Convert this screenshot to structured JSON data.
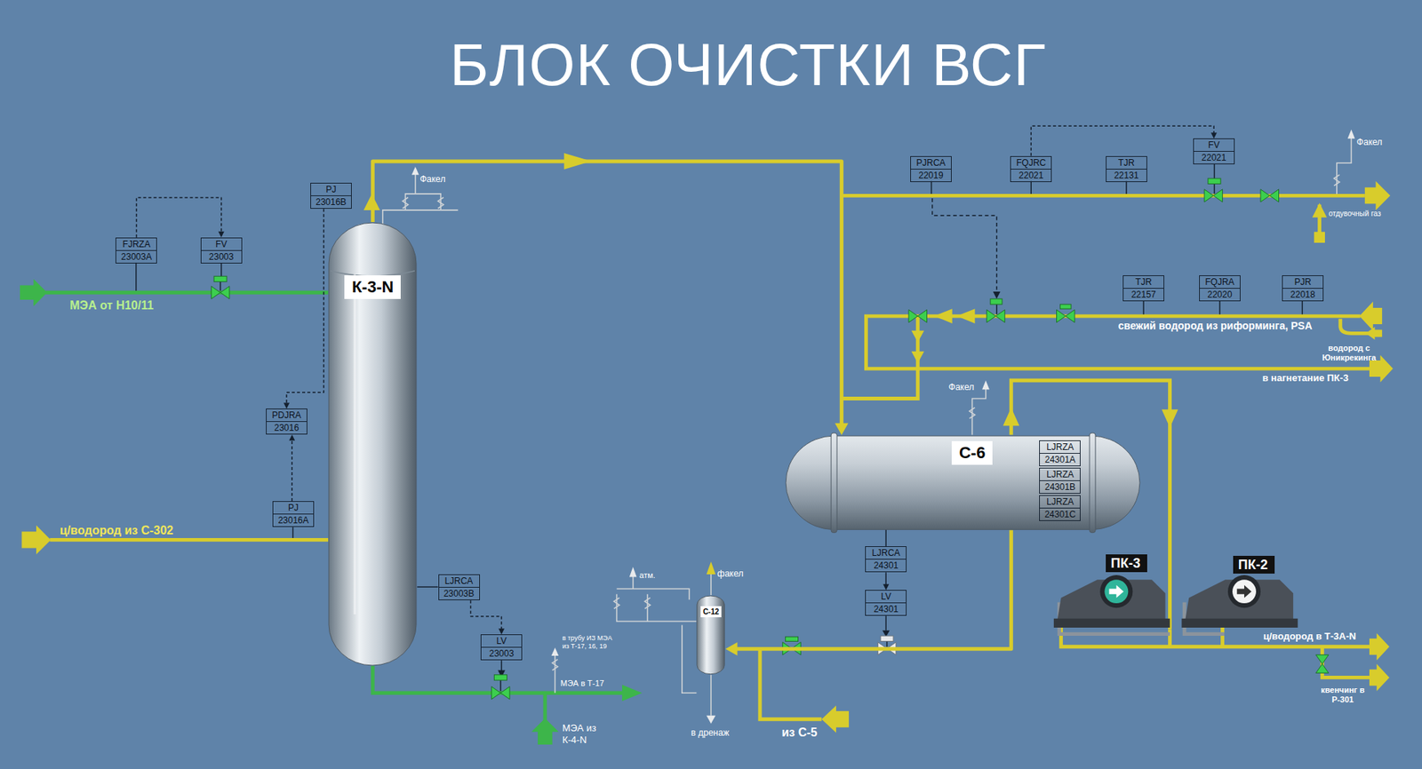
{
  "diagram": {
    "title": "БЛОК ОЧИСТКИ ВСГ",
    "nodes": [
      {
        "text": [
          "PJ",
          "23016B"
        ]
      },
      {
        "text": [
          "FJRZA",
          "23003A"
        ]
      },
      {
        "text": [
          "FV",
          "23003"
        ]
      },
      {
        "text": [
          "К-3-N"
        ]
      },
      {
        "text": [
          "PDJRA",
          "23016"
        ]
      },
      {
        "text": [
          "PJ",
          "23016A"
        ]
      },
      {
        "text": [
          "LJRCA",
          "23003B"
        ]
      },
      {
        "text": [
          "LV",
          "23003"
        ]
      },
      {
        "text": [
          "С-12"
        ]
      },
      {
        "text": [
          "PJRCA",
          "22019"
        ]
      },
      {
        "text": [
          "FQJRC",
          "22021"
        ]
      },
      {
        "text": [
          "TJR",
          "22131"
        ]
      },
      {
        "text": [
          "FV",
          "22021"
        ]
      },
      {
        "text": [
          "TJR",
          "22157"
        ]
      },
      {
        "text": [
          "FQJRA",
          "22020"
        ]
      },
      {
        "text": [
          "PJR",
          "22018"
        ]
      },
      {
        "text": [
          "С-6"
        ]
      },
      {
        "text": [
          "LJRZA",
          "24301A"
        ],
        "in": 16
      },
      {
        "text": [
          "LJRZA",
          "24301B"
        ],
        "in": 16
      },
      {
        "text": [
          "LJRZA",
          "24301C"
        ],
        "in": 16
      },
      {
        "text": [
          "LJRCA",
          "24301"
        ]
      },
      {
        "text": [
          "LV",
          "24301"
        ]
      },
      {
        "text": [
          "ПК-3"
        ]
      },
      {
        "text": [
          "ПК-2"
        ]
      }
    ],
    "edges": [
      {
        "from": 1,
        "to": 2,
        "arrow": "to"
      },
      {
        "from": 5,
        "to": 4,
        "arrow": "to"
      },
      {
        "from": 0,
        "to": 4,
        "arrow": "to"
      },
      {
        "from": 6,
        "to": 7,
        "arrow": "to"
      },
      {
        "from": 10,
        "to": 12,
        "arrow": "to"
      },
      {
        "from": 20,
        "to": 21,
        "arrow": "to"
      },
      {
        "from": 3,
        "to": 16,
        "arrow": "to"
      },
      {
        "from": 16,
        "to": 8,
        "arrow": "to"
      }
    ],
    "labels": [
      "Факел",
      "МЭА от Н10/11",
      "ц/водород из С-302",
      "МЭА в Т-17",
      "в трубу ИЗ МЭА из Т-17, 16, 19",
      "МЭА из К-4-N",
      "атм.",
      "факел",
      "в дренаж",
      "из С-5",
      "Факел",
      "отдувочный газ",
      "свежий водород из риформинга, PSA",
      "водород с Юникрекинга",
      "в нагнетание ПК-3",
      "Факел",
      "ц/водород в Т-3А-N",
      "квенчинг в Р-301"
    ]
  }
}
